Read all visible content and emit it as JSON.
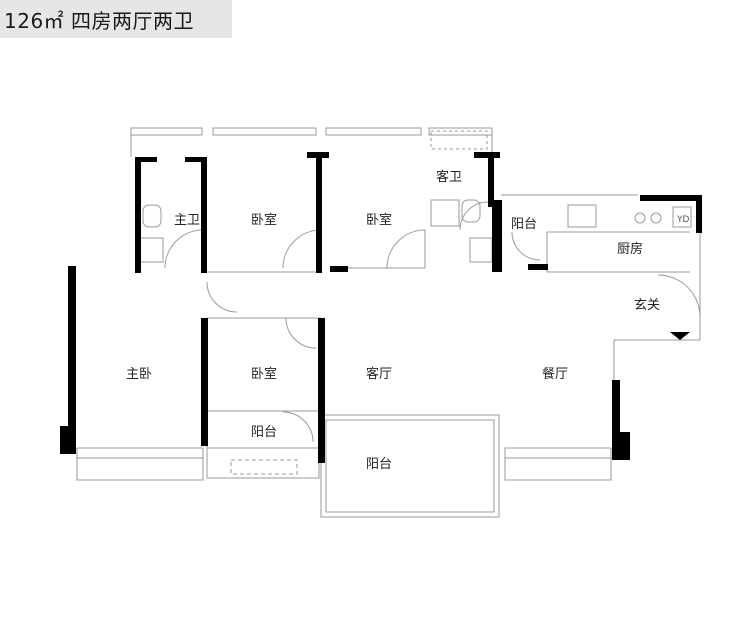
{
  "header": {
    "title": "126㎡ 四房两厅两卫"
  },
  "rooms": [
    {
      "id": "master-bath",
      "label": "主卫"
    },
    {
      "id": "bedroom-1",
      "label": "卧室"
    },
    {
      "id": "bedroom-2",
      "label": "卧室"
    },
    {
      "id": "guest-bath",
      "label": "客卫"
    },
    {
      "id": "kitchen-balcony",
      "label": "阳台"
    },
    {
      "id": "kitchen",
      "label": "厨房"
    },
    {
      "id": "entrance",
      "label": "玄关"
    },
    {
      "id": "master-bedroom",
      "label": "主卧"
    },
    {
      "id": "bedroom-3",
      "label": "卧室"
    },
    {
      "id": "living-room",
      "label": "客厅"
    },
    {
      "id": "dining-room",
      "label": "餐厅"
    },
    {
      "id": "small-balcony",
      "label": "阳台"
    },
    {
      "id": "living-balcony",
      "label": "阳台"
    }
  ],
  "fixtures": {
    "water_heater": "YD"
  }
}
